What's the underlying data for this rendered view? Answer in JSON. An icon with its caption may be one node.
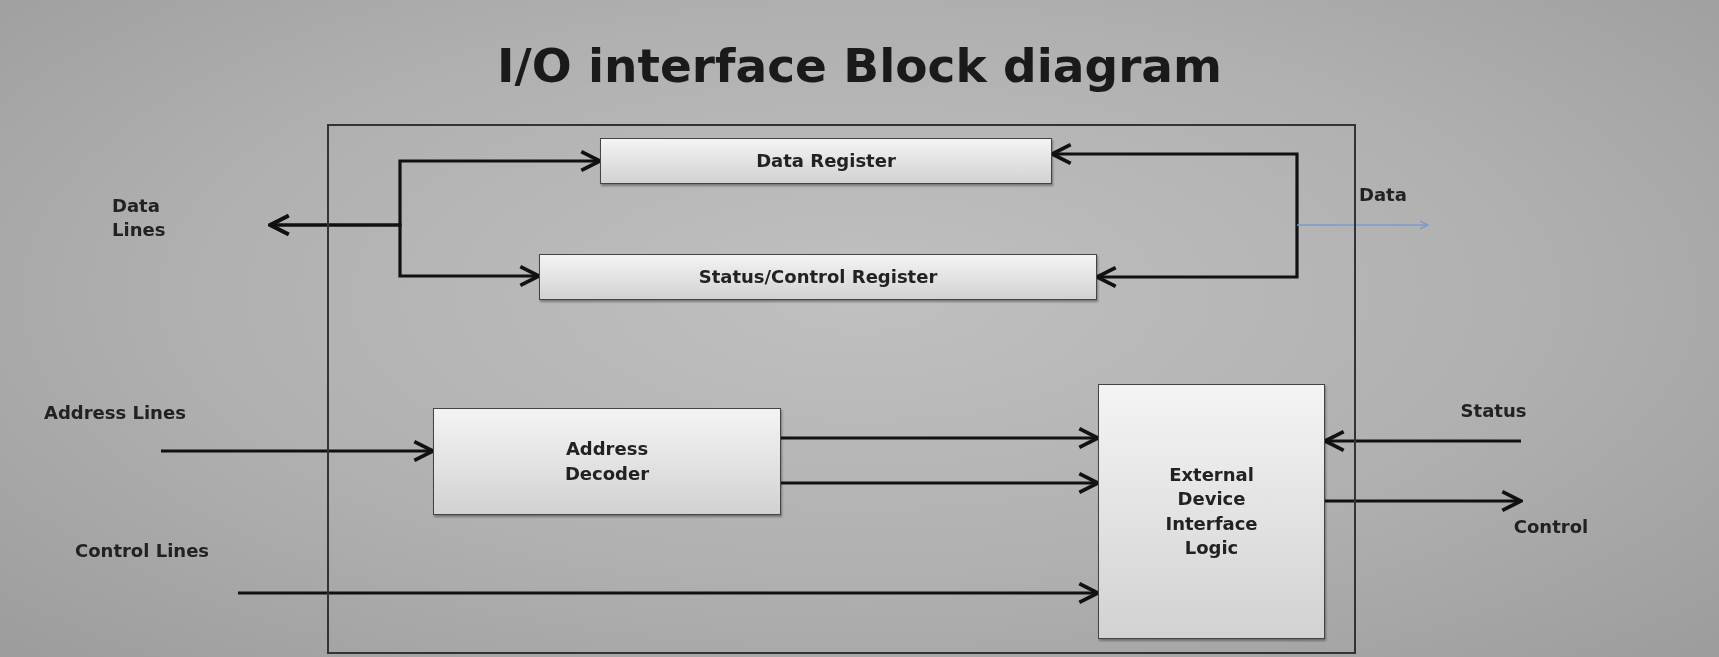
{
  "diagram": {
    "title": "I/O interface Block diagram",
    "nodes": [
      {
        "text": [],
        "shape": "box"
      },
      {
        "text": [
          "Data Register"
        ],
        "in": 0
      },
      {
        "text": [
          "Status/Control Register"
        ],
        "in": 0
      },
      {
        "text": [
          "Address Decoder"
        ],
        "in": 0
      },
      {
        "text": [
          "External Device Interface Logic"
        ],
        "in": 0
      },
      {
        "text": [
          "Data Lines"
        ]
      },
      {
        "text": [
          "Address Lines"
        ]
      },
      {
        "text": [
          "Status"
        ]
      },
      {
        "text": [
          "Control Lines"
        ]
      },
      {
        "text": [
          "Control"
        ]
      }
    ],
    "edges": [
      {
        "from": 5,
        "to": 1,
        "arrow": "both"
      },
      {
        "from": 5,
        "to": 2,
        "arrow": "both"
      },
      {
        "from": null,
        "to": 1,
        "arrow": "to"
      },
      {
        "from": null,
        "to": 2,
        "arrow": "to"
      },
      {
        "from": 6,
        "to": 3,
        "arrow": "to"
      },
      {
        "from": 3,
        "to": 4,
        "arrow": "to"
      },
      {
        "from": 3,
        "to": 4,
        "arrow": "to"
      },
      {
        "from": 8,
        "to": 4,
        "arrow": "to"
      },
      {
        "from": 7,
        "to": 4,
        "arrow": "to"
      },
      {
        "from": 4,
        "to": 9,
        "arrow": "to"
      }
    ],
    "labels": [
      "Data"
    ]
  }
}
